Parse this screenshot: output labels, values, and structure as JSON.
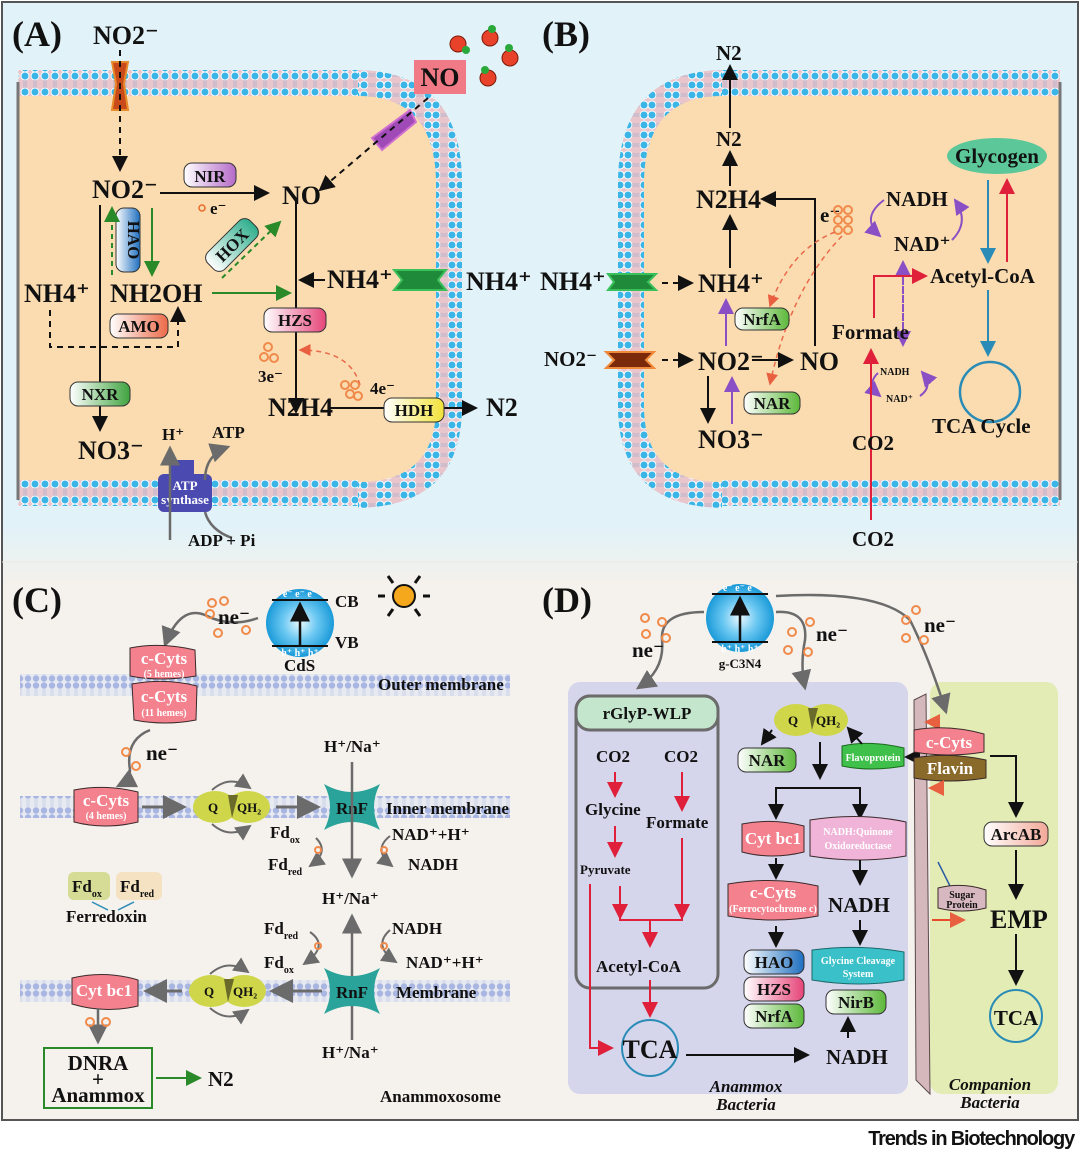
{
  "footer": {
    "journal": "Trends in Biotechnology"
  },
  "colors": {
    "top_background": "#e1f2f8",
    "bottom_background": "#f5f1ec",
    "cytoplasm": "#fbdcb0",
    "lipid_head": "#3bb4e6",
    "lipid_tail": "#e8c6cc",
    "anammox_box": "#d5d5ec",
    "companion_box": "#e3ecb4",
    "red_arrow": "#e0203a",
    "teal_arrow": "#2a8cb6",
    "purple_arrow": "#8a4fc4",
    "green_arrow": "#2a8a2a",
    "electron": "#f08a4b"
  },
  "panelA": {
    "label": "(A)",
    "ext_no2": "NO2⁻",
    "ext_no": "NO",
    "no2_in": "NO2⁻",
    "nir": "NIR",
    "electron": "e⁻",
    "no_in": "NO",
    "hao": "HAO",
    "hox": "HOX",
    "nh4_left": "NH4⁺",
    "nh2oh": "NH2OH",
    "amo": "AMO",
    "nh4_in": "NH4⁺",
    "nh4_ext": "NH4⁺",
    "hzs": "HZS",
    "e3": "3e⁻",
    "e4": "4e⁻",
    "nxr": "NXR",
    "n2h4": "N2H4",
    "hdh": "HDH",
    "n2_out": "N2",
    "no3": "NO3⁻",
    "h_plus": "H⁺",
    "atp": "ATP",
    "atp_synthase_1": "ATP",
    "atp_synthase_2": "synthase",
    "adp_pi": "ADP + Pi"
  },
  "panelB": {
    "label": "(B)",
    "n2_out": "N2",
    "n2_in": "N2",
    "n2h4": "N2H4",
    "electron": "e⁻",
    "nadh_top": "NADH",
    "nad_top": "NAD⁺",
    "glycogen": "Glycogen",
    "acetyl_coa": "Acetyl-CoA",
    "nh4_ext": "NH4⁺",
    "nh4_in": "NH4⁺",
    "nrfa": "NrfA",
    "formate": "Formate",
    "no2_ext": "NO2⁻",
    "no2_in": "NO2⁻",
    "no": "NO",
    "nadh_small": "NADH",
    "nad_small": "NAD⁺",
    "nar": "NAR",
    "no3": "NO3⁻",
    "co2_in": "CO2",
    "tca": "TCA Cycle",
    "co2_ext": "CO2"
  },
  "panelC": {
    "label": "(C)",
    "ne_top": "ne⁻",
    "cb": "CB",
    "vb": "VB",
    "cds": "CdS",
    "e_row": "e⁻ e⁻ e⁻",
    "h_row": "h⁺ h⁺ h⁺",
    "ccyts5": "c-Cyts",
    "ccyts5_sub": "(5 hemes)",
    "ccyts11": "c-Cyts",
    "ccyts11_sub": "(11 hemes)",
    "outer_membrane": "Outer membrane",
    "ne_mid": "ne⁻",
    "h_na_top": "H⁺/Na⁺",
    "ccyts4": "c-Cyts",
    "ccyts4_sub": "(4 hemes)",
    "q": "Q",
    "qh2": "QH₂",
    "rnf": "RnF",
    "inner_membrane": "Inner membrane",
    "fd": "Fd",
    "ox": "ox",
    "red": "red",
    "nad_h": "NAD⁺+H⁺",
    "nadh": "NADH",
    "ferredoxin": "Ferredoxin",
    "h_na_mid": "H⁺/Na⁺",
    "cyt_bc1": "Cyt bc1",
    "membrane": "Membrane",
    "h_na_bottom": "H⁺/Na⁺",
    "dnra": "DNRA",
    "plus": "+",
    "anammox": "Anammox",
    "n2": "N2",
    "anammoxosome": "Anammoxosome"
  },
  "panelD": {
    "label": "(D)",
    "semiconductor": "g-C3N4",
    "e_row": "e⁻ e⁻ e⁻",
    "h_row": "h⁺ h⁺ h⁺",
    "ne_left": "ne⁻",
    "ne_mid": "ne⁻",
    "ne_right": "ne⁻",
    "rglyp": "rGlyP-WLP",
    "co2_a": "CO2",
    "co2_b": "CO2",
    "glycine": "Glycine",
    "formate": "Formate",
    "pyruvate": "Pyruvate",
    "acetyl_coa": "Acetyl-CoA",
    "tca_left": "TCA",
    "q": "Q",
    "qh2": "QH₂",
    "nar": "NAR",
    "flavoprotein": "Flavoprotein",
    "cyt_bc1": "Cyt bc1",
    "nadh_quinone_1": "NADH:Quinone",
    "nadh_quinone_2": "Oxidoreductase",
    "ccyts": "c-Cyts",
    "ferrocytochrome": "(Ferrocytochrome c)",
    "nadh_mid": "NADH",
    "hao": "HAO",
    "hzs": "HZS",
    "nrfa": "NrfA",
    "glycine_cleavage_1": "Glycine Cleavage",
    "glycine_cleavage_2": "System",
    "nirb": "NirB",
    "nadh_bottom": "NADH",
    "anammox_1": "Anammox",
    "anammox_2": "Bacteria",
    "ccyts_comp": "c-Cyts",
    "flavin": "Flavin",
    "arcab": "ArcAB",
    "sugar_1": "Sugar",
    "sugar_2": "Protein",
    "emp": "EMP",
    "tca_right": "TCA",
    "companion_1": "Companion",
    "companion_2": "Bacteria"
  }
}
